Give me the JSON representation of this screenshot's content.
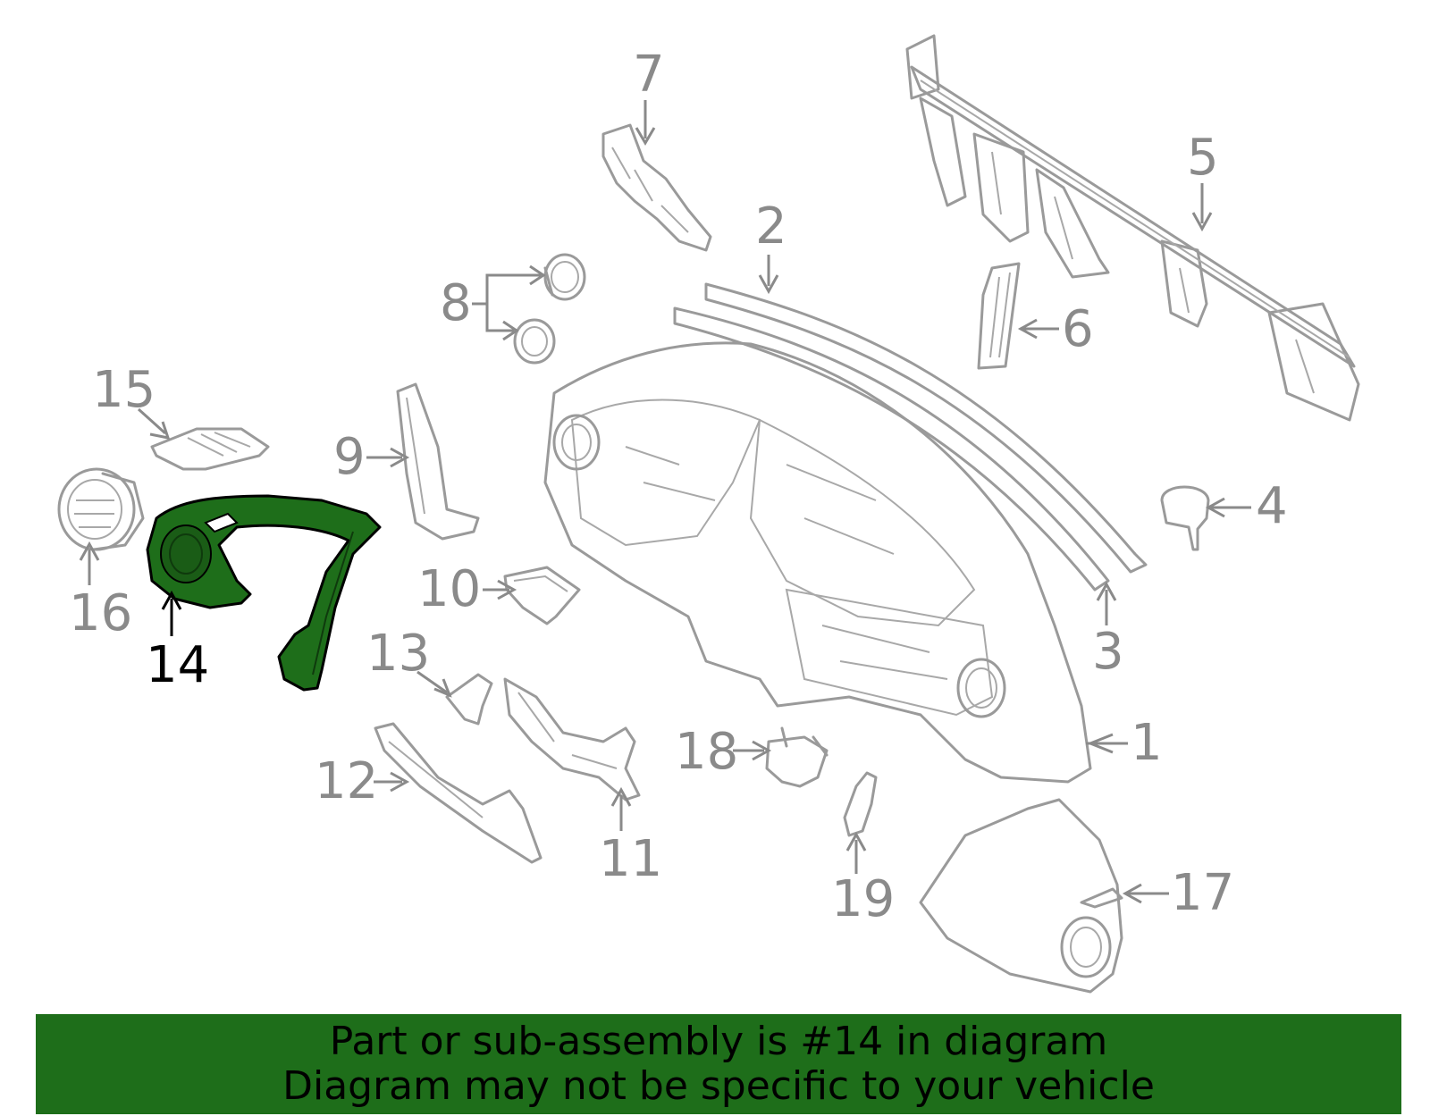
{
  "diagram": {
    "highlight_color": "#1e6e1a",
    "line_color": "#9a9a9a",
    "callouts": [
      {
        "id": "c1",
        "label": "1"
      },
      {
        "id": "c2",
        "label": "2"
      },
      {
        "id": "c3",
        "label": "3"
      },
      {
        "id": "c4",
        "label": "4"
      },
      {
        "id": "c5",
        "label": "5"
      },
      {
        "id": "c6",
        "label": "6"
      },
      {
        "id": "c7",
        "label": "7"
      },
      {
        "id": "c8",
        "label": "8"
      },
      {
        "id": "c9",
        "label": "9"
      },
      {
        "id": "c10",
        "label": "10"
      },
      {
        "id": "c11",
        "label": "11"
      },
      {
        "id": "c12",
        "label": "12"
      },
      {
        "id": "c13",
        "label": "13"
      },
      {
        "id": "c14",
        "label": "14"
      },
      {
        "id": "c15",
        "label": "15"
      },
      {
        "id": "c16",
        "label": "16"
      },
      {
        "id": "c17",
        "label": "17"
      },
      {
        "id": "c18",
        "label": "18"
      },
      {
        "id": "c19",
        "label": "19"
      }
    ]
  },
  "banner": {
    "line1": "Part or sub-assembly is #14 in diagram",
    "line2": "Diagram may not be specific to your vehicle",
    "background": "#1e6e1a"
  }
}
